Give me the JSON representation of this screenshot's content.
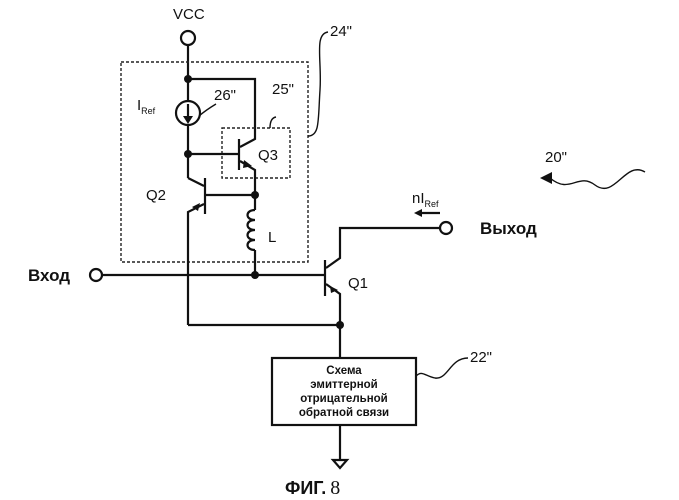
{
  "labels": {
    "vcc": "VCC",
    "iref_main": "I",
    "iref_sub": "Ref",
    "ref_26": "26\"",
    "ref_25": "25\"",
    "ref_24": "24\"",
    "ref_20": "20\"",
    "ref_22": "22\"",
    "q1": "Q1",
    "q2": "Q2",
    "q3": "Q3",
    "inductor": "L",
    "input": "Вход",
    "output": "Выход",
    "out_current_main": "nI",
    "out_current_sub": "Ref"
  },
  "feedback_block": {
    "lines": [
      "Схема",
      "эмиттерной",
      "отрицательной",
      "обратной связи"
    ]
  },
  "caption": {
    "prefix": "ФИГ.",
    "number": "8"
  }
}
